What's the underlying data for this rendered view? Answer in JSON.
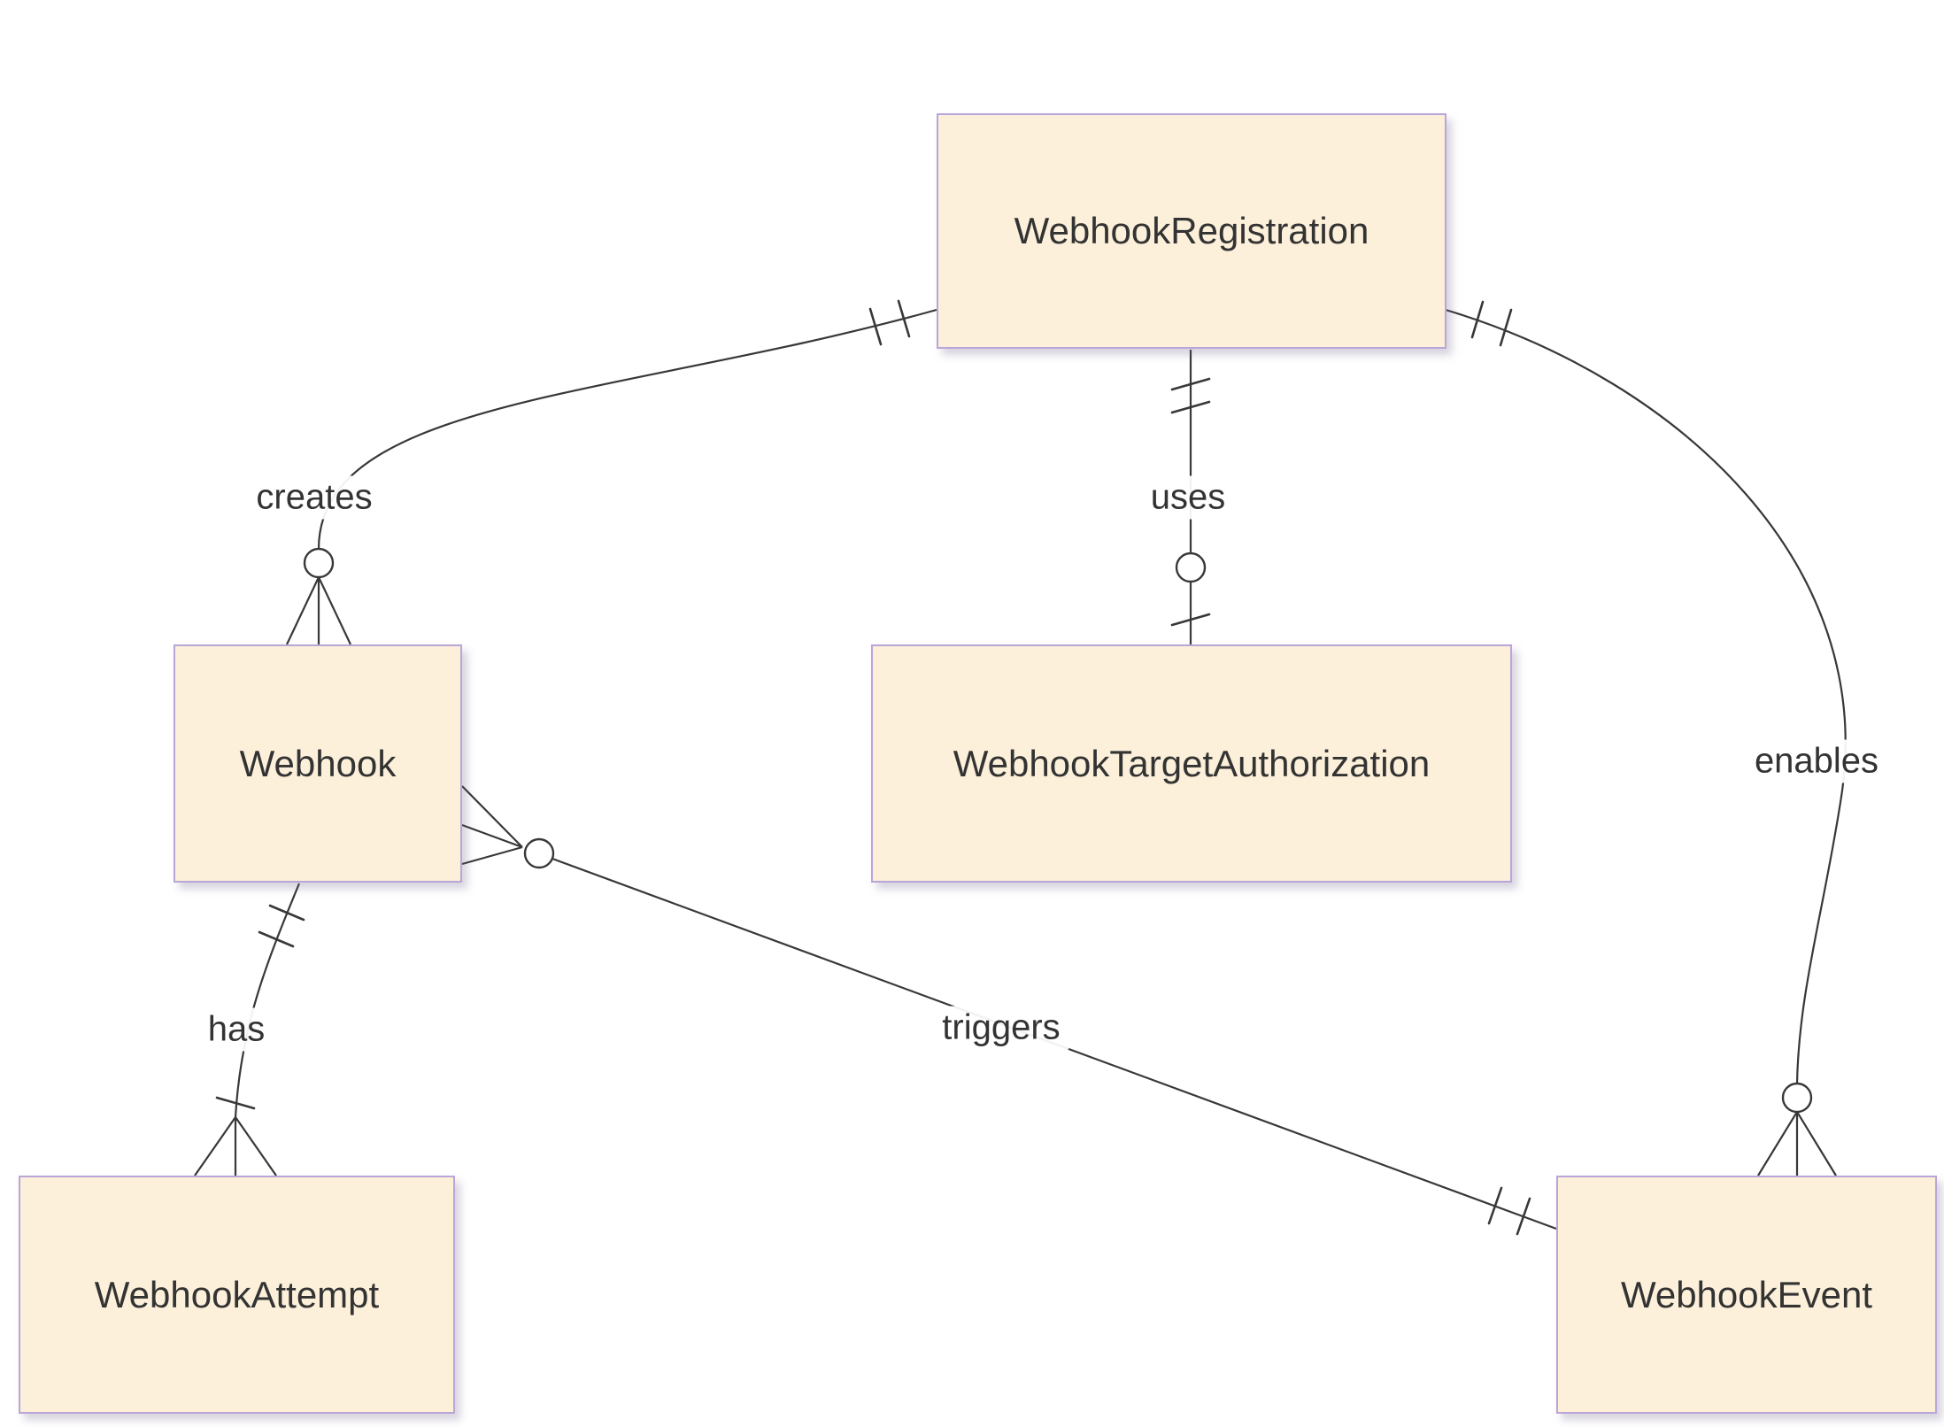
{
  "diagram": {
    "type": "entity-relationship",
    "entities": [
      {
        "id": "webhook-registration",
        "label": "WebhookRegistration"
      },
      {
        "id": "webhook",
        "label": "Webhook"
      },
      {
        "id": "webhook-target-authorization",
        "label": "WebhookTargetAuthorization"
      },
      {
        "id": "webhook-attempt",
        "label": "WebhookAttempt"
      },
      {
        "id": "webhook-event",
        "label": "WebhookEvent"
      }
    ],
    "relationships": [
      {
        "label": "creates",
        "from": "WebhookRegistration",
        "to": "Webhook",
        "from_cardinality": "exactly-one",
        "to_cardinality": "zero-or-many"
      },
      {
        "label": "uses",
        "from": "WebhookRegistration",
        "to": "WebhookTargetAuthorization",
        "from_cardinality": "exactly-one",
        "to_cardinality": "zero-or-one"
      },
      {
        "label": "enables",
        "from": "WebhookRegistration",
        "to": "WebhookEvent",
        "from_cardinality": "exactly-one",
        "to_cardinality": "zero-or-many"
      },
      {
        "label": "has",
        "from": "Webhook",
        "to": "WebhookAttempt",
        "from_cardinality": "exactly-one",
        "to_cardinality": "one-or-many"
      },
      {
        "label": "triggers",
        "from": "Webhook",
        "to": "WebhookEvent",
        "from_cardinality": "zero-or-many",
        "to_cardinality": "exactly-one"
      }
    ]
  },
  "colors": {
    "background": "#ffffff",
    "entity_fill": "#fcf0da",
    "entity_border": "#b9a5d8",
    "line_color": "#383838",
    "text_color": "#333333"
  }
}
